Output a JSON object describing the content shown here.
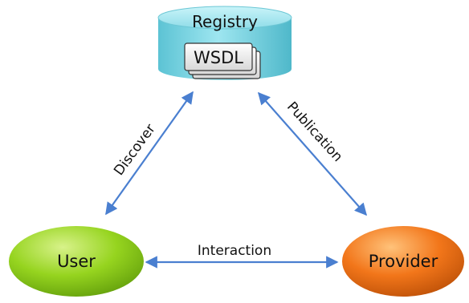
{
  "registry": {
    "label": "Registry",
    "document_label": "WSDL"
  },
  "nodes": {
    "user": "User",
    "provider": "Provider"
  },
  "edges": {
    "discover": "Discover",
    "publication": "Publication",
    "interaction": "Interaction"
  },
  "colors": {
    "registry": "#7fd6e4",
    "user": "#8cd21c",
    "provider": "#f2761a",
    "arrow": "#4a7fd0"
  }
}
